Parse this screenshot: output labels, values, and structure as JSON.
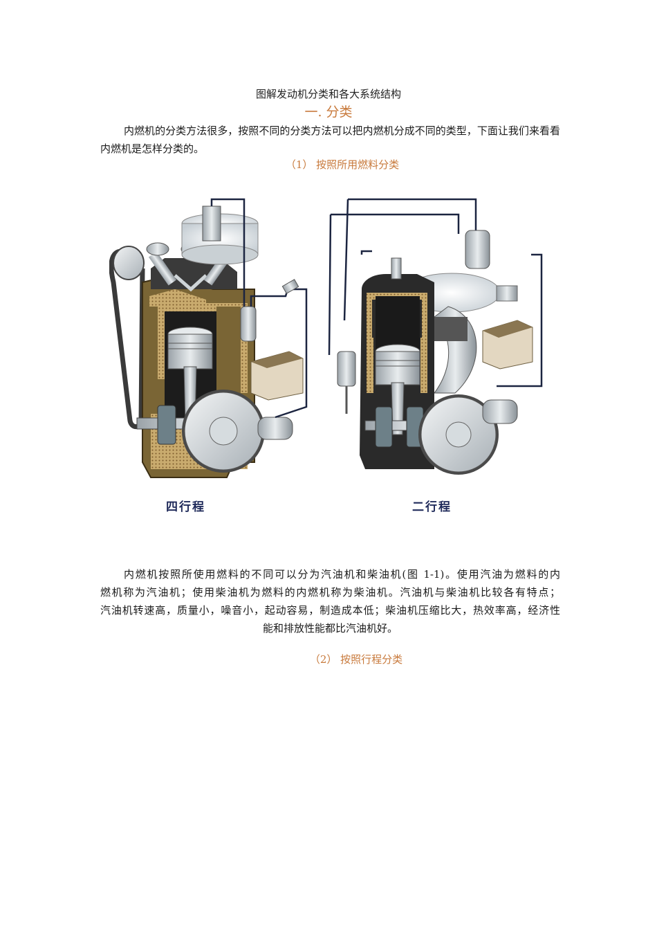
{
  "document": {
    "title": "图解发动机分类和各大系统结构",
    "section_heading": "一. 分类",
    "intro": "内燃机的分类方法很多，按照不同的分类方法可以把内燃机分成不同的类型，下面让我们来看看内燃机是怎样分类的。",
    "subheading_1": "（1） 按照所用燃料分类",
    "figure": {
      "left_label": "四行程",
      "right_label": "二行程"
    },
    "paragraph_lines": [
      "内燃机按照所使用燃料的不同可以分为汽油机和柴油机(图 1-1)。使用汽油为燃料的内",
      "燃机称为汽油机；使用柴油机为燃料的内燃机称为柴油机。汽油机与柴油机比较各有特点；",
      "汽油机转速高，质量小，噪音小，起动容易，制造成本低；柴油机压缩比大，热效率高，经济性",
      "能和排放性能都比汽油机好。"
    ],
    "subheading_2": "（2） 按照行程分类"
  },
  "colors": {
    "accent": "#c87a3c",
    "text": "#1a1a1a",
    "label": "#1f2a5a"
  }
}
